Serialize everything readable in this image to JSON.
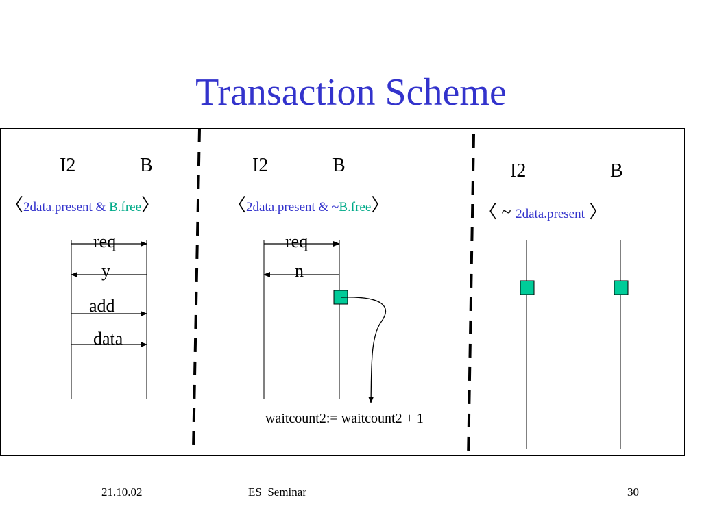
{
  "slide": {
    "title": "Transaction Scheme",
    "footer": {
      "date": "21.10.02",
      "center": "ES  Seminar",
      "page": "30"
    }
  },
  "panels": [
    {
      "lifelines": [
        "I2",
        "B"
      ],
      "condition": {
        "open": "〈",
        "prefix": "2data.present & ",
        "green": "B.free",
        "close": "〉"
      },
      "messages": [
        "req",
        "y",
        "add",
        "data"
      ]
    },
    {
      "lifelines": [
        "I2",
        "B"
      ],
      "condition": {
        "open": "〈",
        "prefix": "2data.present & ~",
        "green": "B.free",
        "close": "〉"
      },
      "messages": [
        "req",
        "n"
      ],
      "note": "waitcount2:= waitcount2 + 1"
    },
    {
      "lifelines": [
        "I2",
        "B"
      ],
      "condition": {
        "open": "〈",
        "tilde": " ~ ",
        "text": "2data.present",
        "close": " 〉"
      }
    }
  ],
  "colors": {
    "title": "#3333cc",
    "condition_text": "#3333cc",
    "condition_green": "#00aa88",
    "box_fill": "#00cc99"
  }
}
